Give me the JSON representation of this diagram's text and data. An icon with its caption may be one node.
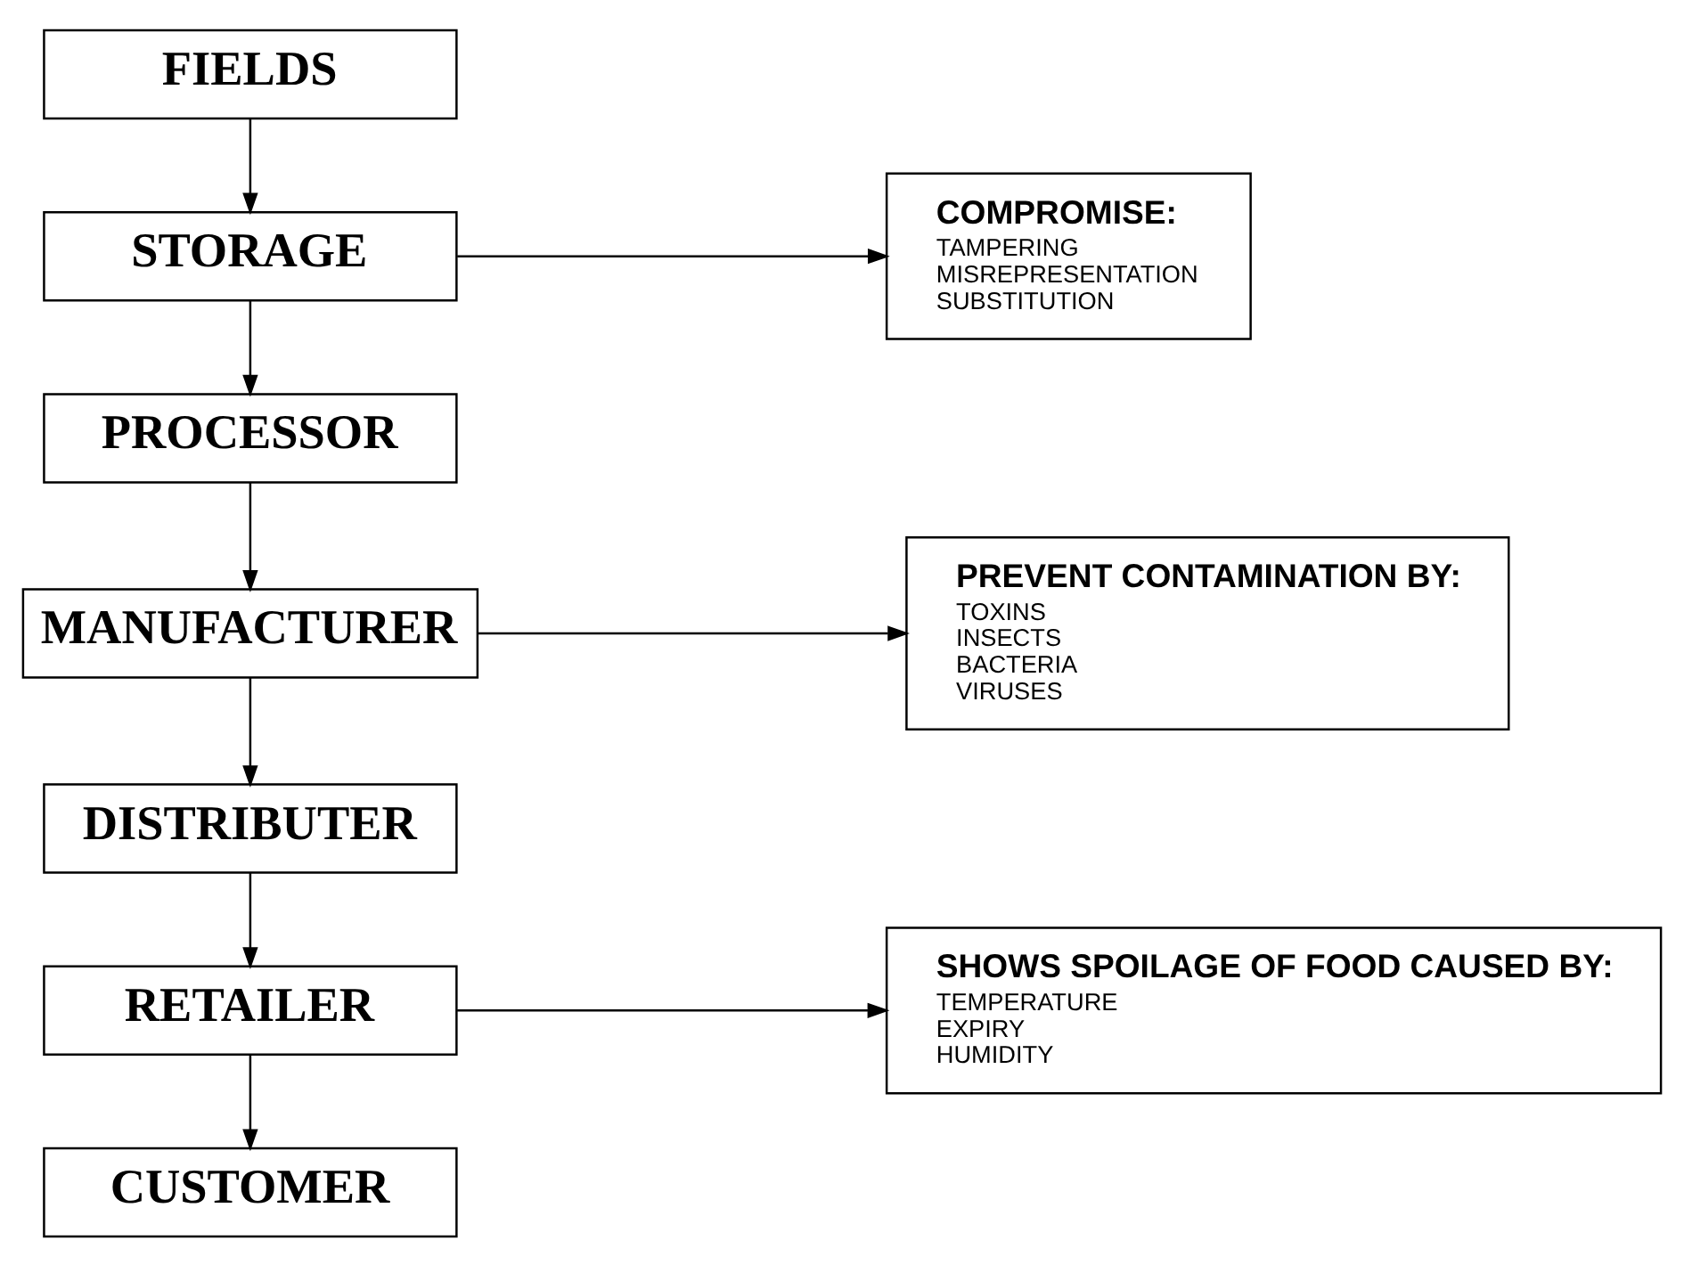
{
  "diagram": {
    "nodes": [
      {
        "text": [
          "COMPROMISE:",
          "TAMPERING",
          "MISREPRESENTATION",
          "SUBSTITUTION"
        ]
      },
      {
        "text": [
          "FIELDS"
        ]
      },
      {
        "text": [
          "STORAGE"
        ]
      },
      {
        "text": [
          "PREVENT CONTAMINATION BY:",
          "TOXINS",
          "INSECTS",
          "BACTERIA",
          "VIRUSES"
        ]
      },
      {
        "text": [
          "PROCESSOR"
        ]
      },
      {
        "text": [
          "MANUFACTURER"
        ]
      },
      {
        "text": [
          "DISTRIBUTER"
        ]
      },
      {
        "text": [
          "SHOWS SPOILAGE OF FOOD CAUSED BY:",
          "TEMPERATURE",
          "EXPIRY",
          "HUMIDITY"
        ]
      },
      {
        "text": [
          "RETAILER"
        ]
      },
      {
        "text": [
          "CUSTOMER"
        ]
      }
    ],
    "edges": [
      {
        "from": 1,
        "to": 2,
        "arrow": "to"
      },
      {
        "from": 2,
        "to": 0,
        "arrow": "to"
      },
      {
        "from": 2,
        "to": 4,
        "arrow": "to"
      },
      {
        "from": 4,
        "to": 5,
        "arrow": "to"
      },
      {
        "from": 5,
        "to": 3,
        "arrow": "to"
      },
      {
        "from": 5,
        "to": 6,
        "arrow": "to"
      },
      {
        "from": 6,
        "to": 8,
        "arrow": "to"
      },
      {
        "from": 8,
        "to": 7,
        "arrow": "to"
      },
      {
        "from": 8,
        "to": 9,
        "arrow": "to"
      }
    ]
  }
}
